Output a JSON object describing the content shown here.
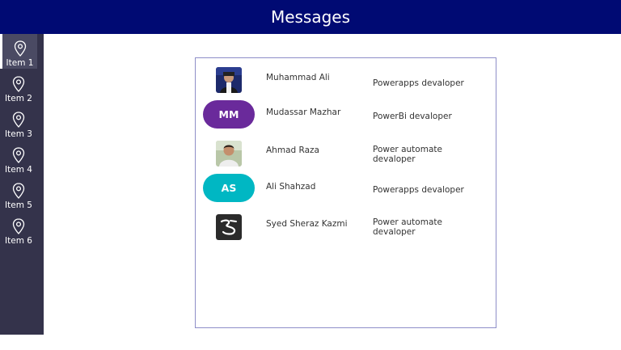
{
  "header": {
    "title": "Messages"
  },
  "sidebar": {
    "items": [
      {
        "label": "Item 1",
        "active": true
      },
      {
        "label": "Item 2",
        "active": false
      },
      {
        "label": "Item 3",
        "active": false
      },
      {
        "label": "Item 4",
        "active": false
      },
      {
        "label": "Item 5",
        "active": false
      },
      {
        "label": "Item 6",
        "active": false
      }
    ],
    "icon": "map-pin-icon"
  },
  "contacts": [
    {
      "name": "Muhammad Ali",
      "role": "Powerapps devaloper",
      "avatar": "photo"
    },
    {
      "name": "Mudassar Mazhar",
      "role": "PowerBi devaloper",
      "avatar": "initials",
      "initials": "MM",
      "color": "#6a2a9b"
    },
    {
      "name": "Ahmad Raza",
      "role": "Power automate devaloper",
      "avatar": "photo"
    },
    {
      "name": "Ali Shahzad",
      "role": "Powerapps devaloper",
      "avatar": "initials",
      "initials": "AS",
      "color": "#00b7c3"
    },
    {
      "name": "Syed Sheraz Kazmi",
      "role": "Power automate devaloper",
      "avatar": "logo"
    }
  ],
  "colors": {
    "header": "#000a73",
    "sidebar": "#34334b",
    "panel_border": "#8e8ec8"
  }
}
